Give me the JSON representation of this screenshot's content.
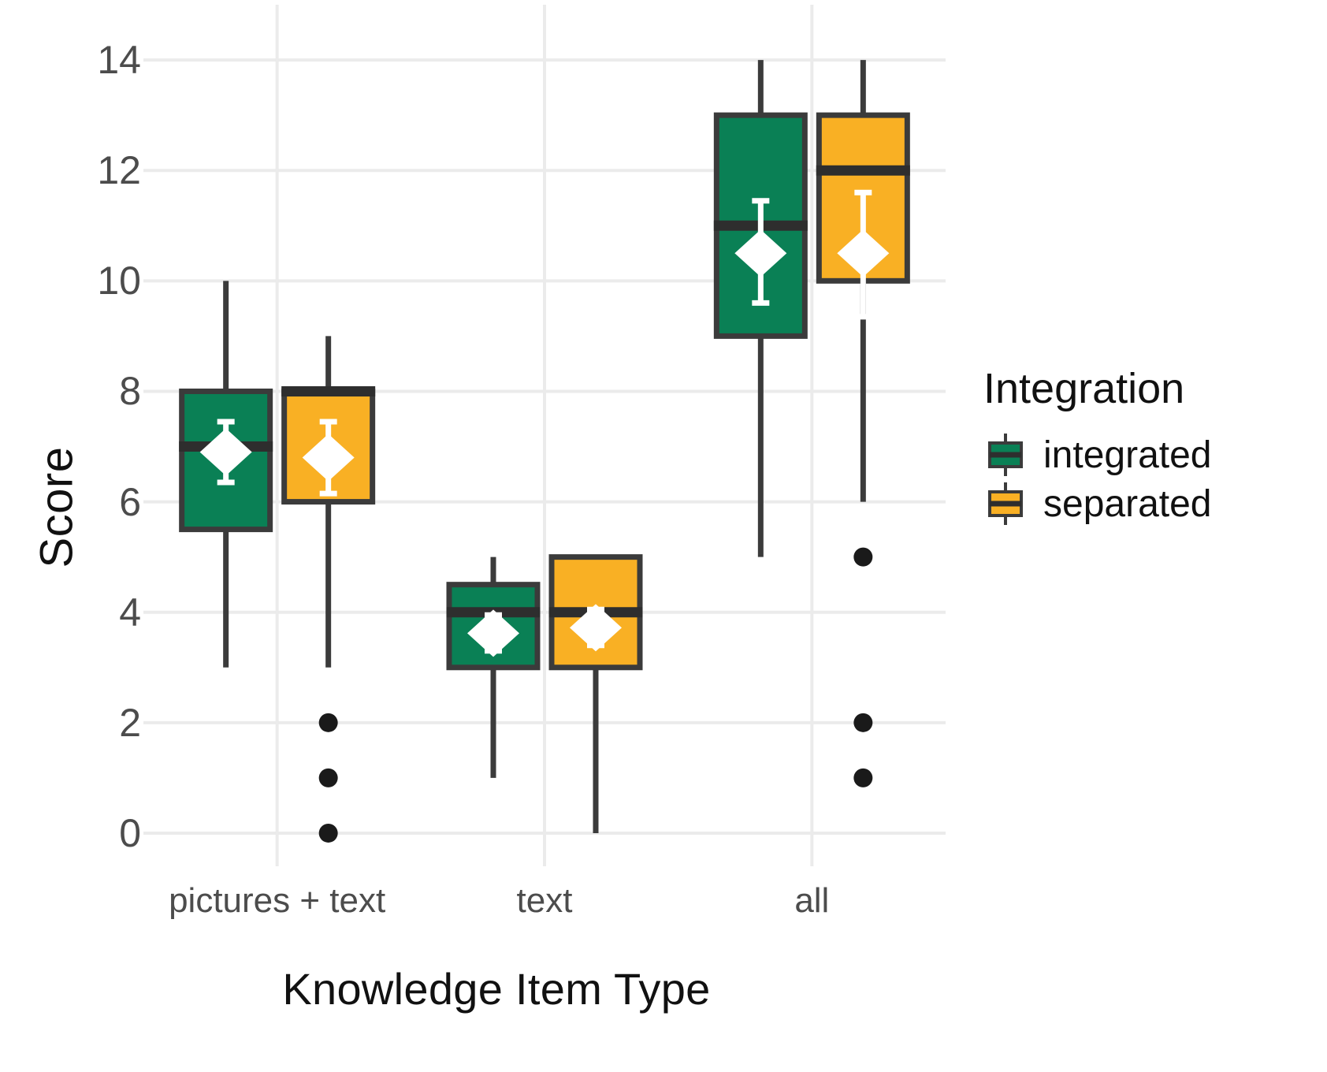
{
  "chart_data": {
    "type": "box",
    "title": "",
    "xlabel": "Knowledge Item Type",
    "ylabel": "Score",
    "categories": [
      "pictures + text",
      "text",
      "all"
    ],
    "ylim": [
      -0.6,
      15.0
    ],
    "yticks": [
      0,
      2,
      4,
      6,
      8,
      10,
      12,
      14
    ],
    "ytick_labels": [
      "0",
      "2",
      "4",
      "6",
      "8",
      "10",
      "12",
      "14"
    ],
    "grid": "horizontal-major-and-minor + vertical at category centers",
    "legend": {
      "title": "Integration",
      "position": "right",
      "entries": [
        {
          "label": "integrated",
          "color": "#0a8055"
        },
        {
          "label": "separated",
          "color": "#f9b024"
        }
      ]
    },
    "series": [
      {
        "name": "integrated",
        "color": "#0a8055",
        "boxes": [
          {
            "category": "pictures + text",
            "lower_whisker": 3,
            "q1": 5.5,
            "median": 7,
            "q3": 8,
            "upper_whisker": 10,
            "mean": 6.9,
            "ci_low": 6.35,
            "ci_high": 7.45,
            "outliers": []
          },
          {
            "category": "text",
            "lower_whisker": 1,
            "q1": 3,
            "median": 4,
            "q3": 4.5,
            "upper_whisker": 5,
            "mean": 3.62,
            "ci_low": 3.3,
            "ci_high": 3.95,
            "outliers": []
          },
          {
            "category": "all",
            "lower_whisker": 5,
            "q1": 9,
            "median": 11,
            "q3": 13,
            "upper_whisker": 14,
            "mean": 10.5,
            "ci_low": 9.6,
            "ci_high": 11.45,
            "outliers": []
          }
        ]
      },
      {
        "name": "separated",
        "color": "#f9b024",
        "boxes": [
          {
            "category": "pictures + text",
            "lower_whisker": 3,
            "q1": 6,
            "median": 8,
            "q3": 8,
            "upper_whisker": 9,
            "mean": 6.8,
            "ci_low": 6.15,
            "ci_high": 7.45,
            "outliers": [
              2,
              1,
              0
            ]
          },
          {
            "category": "text",
            "lower_whisker": 0,
            "q1": 3,
            "median": 4,
            "q3": 5,
            "upper_whisker": 5,
            "mean": 3.72,
            "ci_low": 3.4,
            "ci_high": 4.05,
            "outliers": []
          },
          {
            "category": "all",
            "lower_whisker": 6,
            "q1": 10,
            "median": 12,
            "q3": 13,
            "upper_whisker": 14,
            "mean": 10.5,
            "ci_low": 9.35,
            "ci_high": 11.6,
            "outliers": [
              5,
              2,
              1
            ]
          }
        ]
      }
    ]
  },
  "colors": {
    "integrated": "#0a8055",
    "separated": "#f9b024",
    "outline": "#3b3b3b",
    "grid_major": "#ebebeb",
    "grid_minor": "#f4f4f4",
    "tick_text": "#4c4c4c",
    "title_text": "#111111",
    "mean_marker": "#ffffff"
  },
  "axis": {
    "y_title": "Score",
    "x_title": "Knowledge Item Type"
  }
}
